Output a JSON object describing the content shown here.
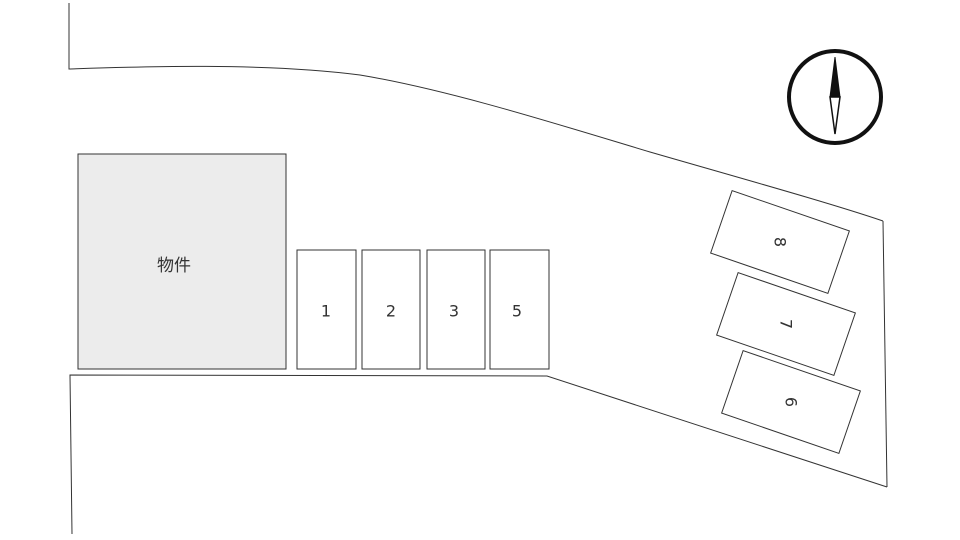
{
  "property": {
    "label": "物件"
  },
  "parking_spots": [
    {
      "id": "spot-1",
      "label": "1"
    },
    {
      "id": "spot-2",
      "label": "2"
    },
    {
      "id": "spot-3",
      "label": "3"
    },
    {
      "id": "spot-5",
      "label": "5"
    },
    {
      "id": "spot-8",
      "label": "8"
    },
    {
      "id": "spot-7",
      "label": "7"
    },
    {
      "id": "spot-6",
      "label": "6"
    }
  ],
  "compass": {
    "icon": "north-arrow-compass-icon"
  },
  "colors": {
    "line": "#333333",
    "property_fill": "#ececec",
    "background": "#ffffff"
  }
}
